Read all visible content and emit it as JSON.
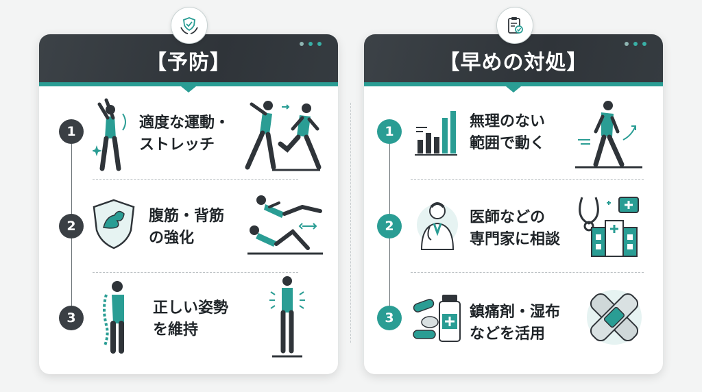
{
  "prevention": {
    "title": "【予防】",
    "items": [
      {
        "number": "1",
        "label": "適度な運動・\nストレッチ"
      },
      {
        "number": "2",
        "label": "腹筋・背筋\nの強化"
      },
      {
        "number": "3",
        "label": "正しい姿勢\nを維持"
      }
    ]
  },
  "early_care": {
    "title": "【早めの対処】",
    "items": [
      {
        "number": "1",
        "label": "無理のない\n範囲で動く"
      },
      {
        "number": "2",
        "label": "医師などの\n専門家に相談"
      },
      {
        "number": "3",
        "label": "鎮痛剤・湿布\nなどを活用"
      }
    ]
  },
  "colors": {
    "accent": "#2a9d94",
    "dark": "#3a3f44",
    "header": "#32373c"
  },
  "icons": [
    "shield-hands-icon",
    "clipboard-check-icon"
  ]
}
